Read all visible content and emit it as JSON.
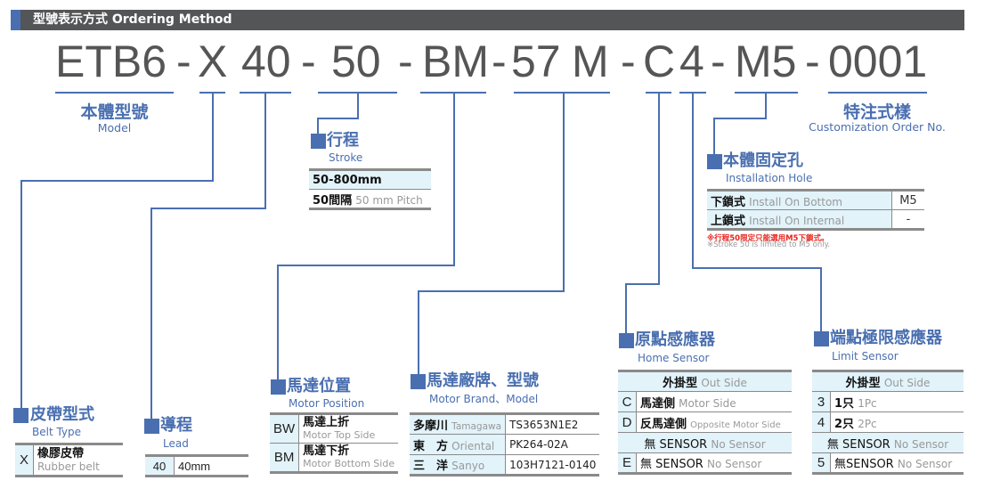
{
  "header": {
    "title": "型號表示方式 Ordering Method",
    "accent_color": "#4a6fb0",
    "bar_color": "#545557"
  },
  "code": {
    "segments": [
      "ETB6",
      "-",
      "X",
      "40",
      "-",
      "50",
      "-",
      "BM",
      "-",
      "57",
      "M",
      "-",
      "C",
      "4",
      "-",
      "M5",
      "-",
      "0001"
    ]
  },
  "model": {
    "title_zh": "本體型號",
    "title_en": "Model"
  },
  "custom": {
    "title_zh": "特注式樣",
    "title_en": "Customization Order No."
  },
  "stroke": {
    "title_zh": "行程",
    "title_en": "Stroke",
    "rows": [
      {
        "value": "50-800mm"
      },
      {
        "value": "50間隔",
        "note": "50 mm Pitch"
      }
    ]
  },
  "install_hole": {
    "title_zh": "本體固定孔",
    "title_en": "Installation Hole",
    "rows": [
      {
        "zh": "下鎖式",
        "en": "Install On Bottom",
        "code": "M5"
      },
      {
        "zh": "上鎖式",
        "en": "Install On Internal",
        "code": "-"
      }
    ],
    "note_zh": "※行程50限定只能選用M5下鎖式。",
    "note_en": "※Stroke 50 is limited to M5 only.",
    "note_color": "#e8251f"
  },
  "belt_type": {
    "title_zh": "皮帶型式",
    "title_en": "Belt Type",
    "rows": [
      {
        "code": "X",
        "zh": "橡膠皮帶",
        "en": "Rubber belt"
      }
    ]
  },
  "lead": {
    "title_zh": "導程",
    "title_en": "Lead",
    "rows": [
      {
        "code": "40",
        "value": "40mm"
      }
    ]
  },
  "motor_position": {
    "title_zh": "馬達位置",
    "title_en": "Motor Position",
    "rows": [
      {
        "code": "BW",
        "zh": "馬達上折",
        "en": "Motor Top Side"
      },
      {
        "code": "BM",
        "zh": "馬達下折",
        "en": "Motor Bottom Side"
      }
    ]
  },
  "motor_brand": {
    "title_zh": "馬達廠牌、型號",
    "title_en": "Motor Brand、Model",
    "rows": [
      {
        "zh": "多摩川",
        "en": "Tamagawa",
        "model": "TS3653N1E2"
      },
      {
        "zh": "東　方",
        "en": "Oriental",
        "model": "PK264-02A"
      },
      {
        "zh": "三　洋",
        "en": "Sanyo",
        "model": "103H7121-0140"
      }
    ]
  },
  "home_sensor": {
    "title_zh": "原點感應器",
    "title_en": "Home Sensor",
    "group1": {
      "zh": "外掛型",
      "en": "Out Side"
    },
    "rows1": [
      {
        "code": "C",
        "zh": "馬達側",
        "en": "Motor Side"
      },
      {
        "code": "D",
        "zh": "反馬達側",
        "en": "Opposite Motor Side"
      }
    ],
    "group2": {
      "zh": "無 SENSOR",
      "en": "No Sensor"
    },
    "rows2": [
      {
        "code": "E",
        "zh": "無 SENSOR",
        "en": "No Sensor"
      }
    ]
  },
  "limit_sensor": {
    "title_zh": "端點極限感應器",
    "title_en": "Limit Sensor",
    "group1": {
      "zh": "外掛型",
      "en": "Out Side"
    },
    "rows1": [
      {
        "code": "3",
        "zh": "1只",
        "en": "1Pc"
      },
      {
        "code": "4",
        "zh": "2只",
        "en": "2Pc"
      }
    ],
    "group2": {
      "zh": "無 SENSOR",
      "en": "No Sensor"
    },
    "rows2": [
      {
        "code": "5",
        "zh": "無SENSOR",
        "en": "No Sensor"
      }
    ]
  }
}
